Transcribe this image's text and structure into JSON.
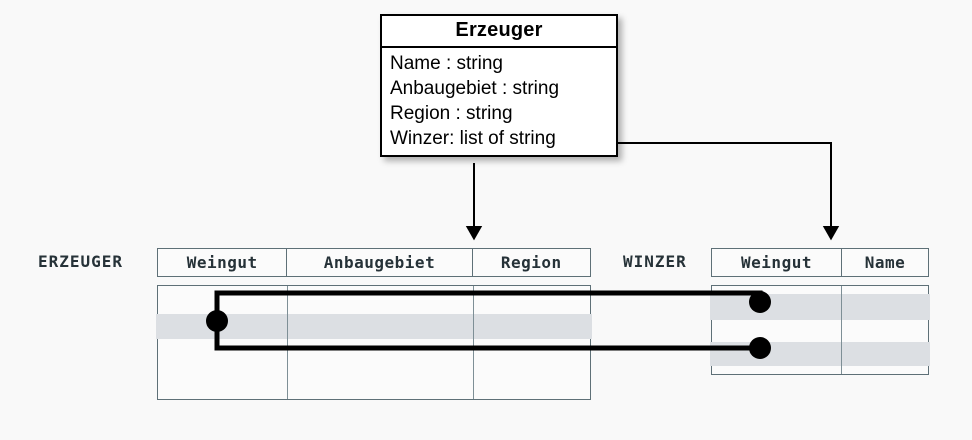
{
  "diagram": {
    "title_text": "Erzeuger",
    "background_color": "#f9f9f9",
    "line_color": "#000000",
    "table_border_color": "#5e7077",
    "shaded_row_color": "#dcdfe3",
    "text_color": "#263238"
  },
  "uml_class": {
    "name": "Erzeuger",
    "attributes": [
      {
        "label": "Name : string"
      },
      {
        "label": "Anbaugebiet : string"
      },
      {
        "label": "Region : string"
      },
      {
        "label": "Winzer: list of string"
      }
    ]
  },
  "tables": [
    {
      "id": "erzeuger",
      "label": "ERZEUGER",
      "columns": [
        {
          "name": "Weingut"
        },
        {
          "name": "Anbaugebiet"
        },
        {
          "name": "Region"
        }
      ],
      "rows": [
        {
          "cells": [
            "",
            "",
            ""
          ],
          "shaded": false
        },
        {
          "cells": [
            "",
            "",
            ""
          ],
          "shaded": true
        },
        {
          "cells": [
            "",
            "",
            ""
          ],
          "shaded": false
        },
        {
          "cells": [
            "",
            "",
            ""
          ],
          "shaded": false
        }
      ]
    },
    {
      "id": "winzer",
      "label": "WINZER",
      "columns": [
        {
          "name": "Weingut"
        },
        {
          "name": "Name"
        }
      ],
      "rows": [
        {
          "cells": [
            "",
            ""
          ],
          "shaded": true
        },
        {
          "cells": [
            "",
            ""
          ],
          "shaded": false
        },
        {
          "cells": [
            "",
            ""
          ],
          "shaded": true
        }
      ]
    }
  ],
  "connectors": {
    "mapping_arrows": [
      {
        "from": "uml-class-bottom",
        "to": "erzeuger-header",
        "style": "solid-arrow"
      },
      {
        "from": "winzer-attribute-right",
        "to": "winzer-header",
        "style": "solid-arrow"
      }
    ],
    "foreign_key_links": [
      {
        "from": "erzeuger-row-2",
        "to": "winzer-row-1"
      },
      {
        "from": "erzeuger-row-2",
        "to": "winzer-row-3"
      }
    ]
  }
}
